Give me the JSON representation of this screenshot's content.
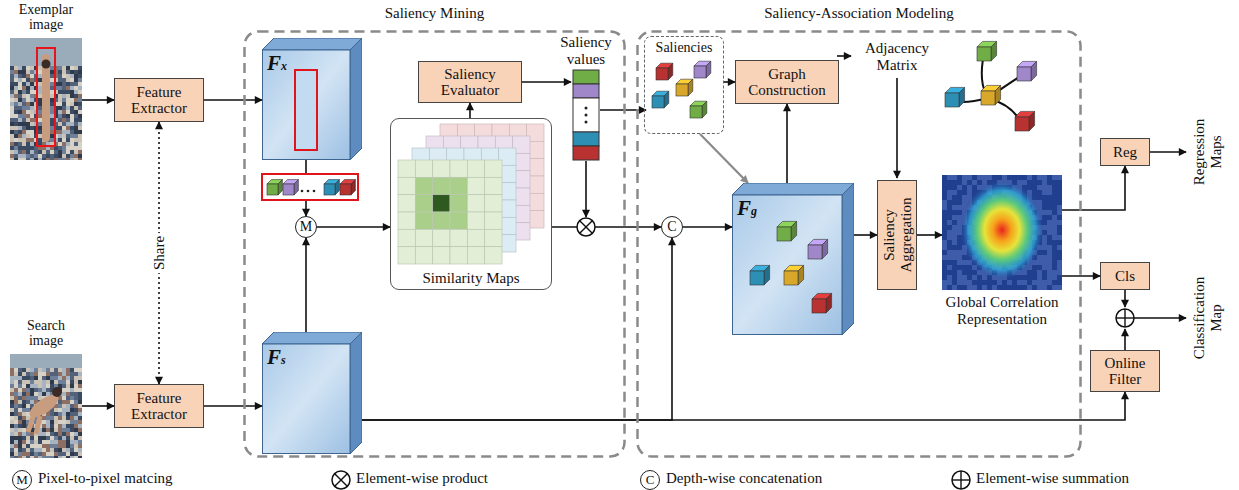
{
  "diagram": {
    "nodes": [
      {
        "text": [
          "Exemplar image"
        ]
      },
      {
        "text": [
          "Feature Extractor"
        ]
      },
      {
        "text": [
          "Search image"
        ]
      },
      {
        "text": [
          "Feature Extractor"
        ]
      },
      {
        "text": [
          "Saliency Mining"
        ]
      },
      {
        "text": [
          "Fx"
        ],
        "in": 4
      },
      {
        "text": [
          "M"
        ],
        "in": 4
      },
      {
        "text": [
          "Fs"
        ],
        "in": 4
      },
      {
        "text": [
          "Saliency Evaluator"
        ],
        "in": 4
      },
      {
        "text": [
          "Similarity Maps"
        ],
        "in": 4
      },
      {
        "text": [
          "Saliency-Association Modeling"
        ]
      },
      {
        "text": [
          "Saliencies"
        ],
        "in": 10
      },
      {
        "text": [
          "Graph Construction"
        ],
        "in": 10
      },
      {
        "text": [
          "C"
        ],
        "in": 10
      },
      {
        "text": [
          "Fg"
        ],
        "in": 10
      },
      {
        "text": [
          "Saliency Aggregation"
        ],
        "in": 10
      },
      {
        "text": [
          "Global Correlation Representation"
        ],
        "in": 10
      },
      {
        "text": [
          "Reg"
        ]
      },
      {
        "text": [
          "Cls"
        ]
      },
      {
        "text": [
          "Online Filter"
        ]
      }
    ],
    "edges": [
      {
        "from": 0,
        "to": 1,
        "arrow": "to"
      },
      {
        "from": 2,
        "to": 3,
        "arrow": "to"
      },
      {
        "from": 1,
        "to": 3,
        "label": "Share",
        "arrow": "both"
      },
      {
        "from": 1,
        "to": 5,
        "arrow": "to"
      },
      {
        "from": 3,
        "to": 7,
        "arrow": "to"
      },
      {
        "from": 5,
        "to": 6,
        "arrow": "to"
      },
      {
        "from": 7,
        "to": 6,
        "arrow": "to"
      },
      {
        "from": 6,
        "to": 9,
        "arrow": "to"
      },
      {
        "from": 9,
        "to": 8,
        "arrow": "to"
      },
      {
        "from": 9,
        "to": 13,
        "arrow": "to"
      },
      {
        "from": 7,
        "to": 13,
        "arrow": "to"
      },
      {
        "from": 7,
        "to": 19,
        "arrow": "to"
      },
      {
        "from": 13,
        "to": 14,
        "arrow": "to"
      },
      {
        "from": 11,
        "to": 14,
        "arrow": "to"
      },
      {
        "from": 11,
        "to": 12,
        "arrow": "to"
      },
      {
        "from": 14,
        "to": 12,
        "arrow": "to"
      },
      {
        "from": 14,
        "to": 15,
        "arrow": "to"
      },
      {
        "from": 15,
        "to": 16,
        "arrow": "to"
      },
      {
        "from": 16,
        "to": 17,
        "arrow": "to"
      },
      {
        "from": 16,
        "to": 18,
        "arrow": "to"
      }
    ],
    "labels": [
      "Saliency values",
      "Adjacency Matrix",
      "Regression Maps",
      "Classification Map",
      "M",
      "C"
    ],
    "legend": [
      {
        "text": "Pixel-to-pixel matcing"
      },
      {
        "text": "Element-wise product"
      },
      {
        "text": "Depth-wise concatenation"
      },
      {
        "text": "Element-wise summation"
      }
    ]
  }
}
